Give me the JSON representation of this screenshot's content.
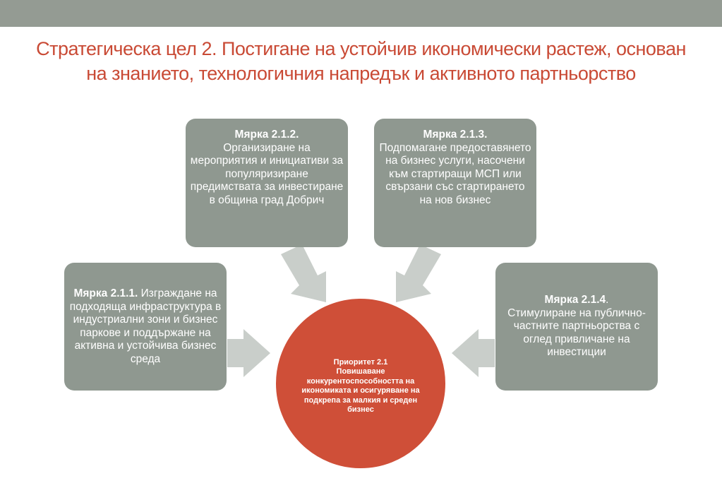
{
  "title": "Стратегическа цел 2. Постигане на устойчив икономически растеж, основан на знанието, технологичния напредък и активното партньорство",
  "center": {
    "line1": "Приоритет 2.1",
    "line2": "Повишаване конкурентоспособността на икономиката и осигуряване на подкрепа за малкия и среден бизнес"
  },
  "measures": [
    {
      "heading": "Мярка 2.1.1.",
      "text": " Изграждане на подходяща инфраструктура в индустриални зони и бизнес паркове и поддържане на активна и устойчива бизнес среда"
    },
    {
      "heading": "Мярка 2.1.2.",
      "text": "Организиране на мероприятия и инициативи за популяризиране предимствата за инвестиране в община град  Добрич"
    },
    {
      "heading": "Мярка 2.1.3.",
      "text": "Подпомагане предоставянето на бизнес услуги, насочени към стартиращи МСП или свързани със стартирането на нов бизнес"
    },
    {
      "heading": "Мярка 2.1.4",
      "suffix": ".",
      "text": "Стимулиране на публично-частните партньорства с оглед привличане на инвестиции"
    }
  ],
  "colors": {
    "title": "#c94a35",
    "box": "#8f9890",
    "arrow": "#c9ceca",
    "circle": "#cf4f38",
    "topbar": "#949b93"
  }
}
